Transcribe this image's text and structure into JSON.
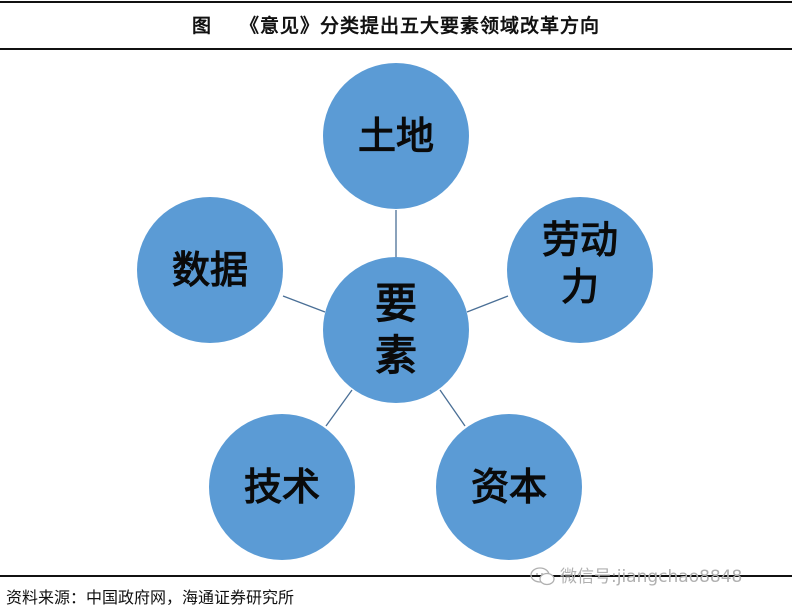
{
  "header": {
    "figure_label": "图",
    "title": "《意见》分类提出五大要素领域改革方向"
  },
  "diagram": {
    "center": {
      "label_line1": "要",
      "label_line2": "素"
    },
    "nodes": [
      {
        "id": "land",
        "label": "土地"
      },
      {
        "id": "labor",
        "label_line1": "劳动",
        "label_line2": "力"
      },
      {
        "id": "capital",
        "label": "资本"
      },
      {
        "id": "technology",
        "label": "技术"
      },
      {
        "id": "data",
        "label": "数据"
      }
    ],
    "colors": {
      "node_fill": "#5b9bd5",
      "connector": "#4a6f96",
      "text": "#0a0a0a"
    }
  },
  "footer": {
    "source": "资料来源：中国政府网，海通证券研究所",
    "watermark": "微信号:jiangchao8848"
  }
}
